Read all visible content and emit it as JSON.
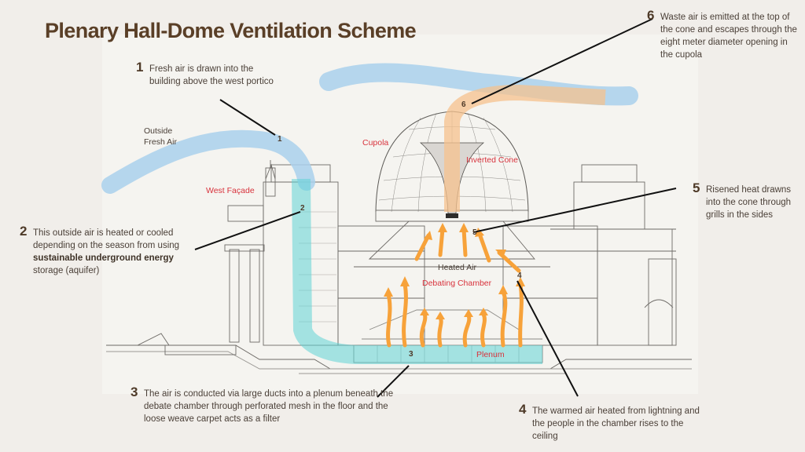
{
  "title": "Plenary Hall-Dome Ventilation Scheme",
  "callouts": [
    {
      "num": "1",
      "text": "Fresh air is drawn into the building above the west portico"
    },
    {
      "num": "2",
      "text_pre": "This outside air is heated or cooled depending on the season from using ",
      "text_bold": "sustainable underground energy",
      "text_post": " storage (aquifer)"
    },
    {
      "num": "3",
      "text": "The air is conducted via large ducts into a plenum beneath the debate chamber through perforated mesh in the floor and the loose weave carpet acts as a filter"
    },
    {
      "num": "4",
      "text": "The warmed air heated from lightning and the people in the chamber rises to the ceiling"
    },
    {
      "num": "5",
      "text": "Risened heat drawns into the cone through grills in the sides"
    },
    {
      "num": "6",
      "text": "Waste air is emitted at the top of the cone and escapes through the eight meter diameter opening in the cupola"
    }
  ],
  "diagram_labels": {
    "outside_fresh_air": "Outside Fresh Air",
    "west_facade": "West Façade",
    "cupola": "Cupola",
    "inverted_cone": "Inverted Cone",
    "heated_air": "Heated Air",
    "debating_chamber": "Debating Chamber",
    "plenum": "Plenum"
  },
  "markers": [
    "1",
    "2",
    "3",
    "4",
    "5",
    "6"
  ],
  "colors": {
    "fresh_air": "#a9d0ec",
    "conditioned_air": "#5fd4d6",
    "warm_air": "#f7a23a",
    "waste_air": "#f6c28e",
    "label_red": "#d8323c",
    "title_brown": "#5a3f27"
  }
}
